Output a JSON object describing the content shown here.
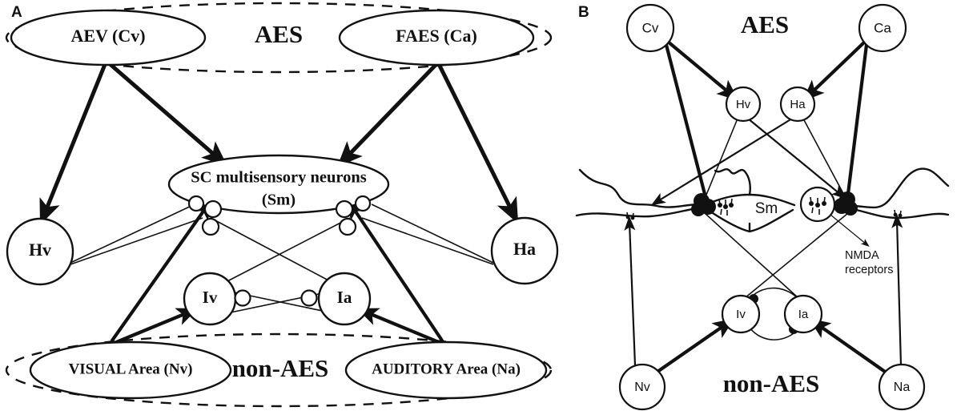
{
  "figure": {
    "kind": "neuroanatomical-circuit-diagram",
    "panels": [
      {
        "id": "A",
        "label": "A",
        "region_labels": {
          "top": "AES",
          "bottom": "non-AES"
        },
        "nodes": [
          {
            "id": "AEV",
            "label": "AEV (Cv)",
            "shape": "ellipse"
          },
          {
            "id": "FAES",
            "label": "FAES (Ca)",
            "shape": "ellipse"
          },
          {
            "id": "Sm",
            "label_line1": "SC multisensory neurons",
            "label_line2": "(Sm)",
            "shape": "ellipse"
          },
          {
            "id": "Hv",
            "label": "Hv",
            "shape": "circle"
          },
          {
            "id": "Ha",
            "label": "Ha",
            "shape": "circle"
          },
          {
            "id": "Iv",
            "label": "Iv",
            "shape": "circle"
          },
          {
            "id": "Ia",
            "label": "Ia",
            "shape": "circle"
          },
          {
            "id": "Nv",
            "label": "VISUAL Area (Nv)",
            "shape": "ellipse"
          },
          {
            "id": "Na",
            "label": "AUDITORY Area (Na)",
            "shape": "ellipse"
          }
        ],
        "connections": [
          {
            "from": "AEV",
            "to": "Sm",
            "style": "thick-arrow"
          },
          {
            "from": "AEV",
            "to": "Hv",
            "style": "thick-arrow"
          },
          {
            "from": "FAES",
            "to": "Sm",
            "style": "thick-arrow"
          },
          {
            "from": "FAES",
            "to": "Ha",
            "style": "thick-arrow"
          },
          {
            "from": "Hv",
            "to": "Sm",
            "style": "thin-synapse"
          },
          {
            "from": "Ha",
            "to": "Sm",
            "style": "thin-synapse"
          },
          {
            "from": "Nv",
            "to": "Sm",
            "style": "thick-arrow"
          },
          {
            "from": "Na",
            "to": "Sm",
            "style": "thick-arrow"
          },
          {
            "from": "Nv",
            "to": "Iv",
            "style": "thick-arrow"
          },
          {
            "from": "Na",
            "to": "Ia",
            "style": "thick-arrow"
          },
          {
            "from": "Iv",
            "to": "Sm",
            "style": "thin-synapse"
          },
          {
            "from": "Ia",
            "to": "Sm",
            "style": "thin-synapse"
          },
          {
            "from": "Iv",
            "to": "Ia",
            "style": "thin-synapse-reciprocal"
          }
        ]
      },
      {
        "id": "B",
        "label": "B",
        "region_labels": {
          "top": "AES",
          "bottom": "non-AES"
        },
        "annotation": {
          "line1": "NMDA",
          "line2": "receptors"
        },
        "nodes": [
          {
            "id": "Cv",
            "label": "Cv",
            "shape": "circle"
          },
          {
            "id": "Ca",
            "label": "Ca",
            "shape": "circle"
          },
          {
            "id": "Hv",
            "label": "Hv",
            "shape": "circle"
          },
          {
            "id": "Ha",
            "label": "Ha",
            "shape": "circle"
          },
          {
            "id": "Sm",
            "label": "Sm",
            "shape": "neuron-with-dendrites"
          },
          {
            "id": "Iv",
            "label": "Iv",
            "shape": "circle"
          },
          {
            "id": "Ia",
            "label": "Ia",
            "shape": "circle"
          },
          {
            "id": "Nv",
            "label": "Nv",
            "shape": "circle"
          },
          {
            "id": "Na",
            "label": "Na",
            "shape": "circle"
          }
        ],
        "connections": [
          {
            "from": "Cv",
            "to": "Hv",
            "style": "thick-arrow"
          },
          {
            "from": "Cv",
            "to": "Sm-left-bouton",
            "style": "thick-line"
          },
          {
            "from": "Ca",
            "to": "Ha",
            "style": "thick-arrow"
          },
          {
            "from": "Ca",
            "to": "Sm-right-bouton",
            "style": "thick-line"
          },
          {
            "from": "Hv",
            "to": "Sm-right-receptor",
            "style": "thin-line"
          },
          {
            "from": "Ha",
            "to": "Sm-left-receptor",
            "style": "thin-line"
          },
          {
            "from": "Nv",
            "to": "Iv",
            "style": "thick-arrow"
          },
          {
            "from": "Na",
            "to": "Ia",
            "style": "thick-arrow"
          },
          {
            "from": "Nv",
            "to": "Sm-left-distal-receptor",
            "style": "thin-arrow"
          },
          {
            "from": "Na",
            "to": "Sm-right-distal-receptor",
            "style": "thin-arrow"
          },
          {
            "from": "Sm-left",
            "to": "Ia",
            "style": "thin-line"
          },
          {
            "from": "Sm-right",
            "to": "Iv",
            "style": "thin-line"
          },
          {
            "from": "Iv",
            "to": "Ia",
            "style": "reciprocal-inhibitory-arc"
          }
        ]
      }
    ]
  },
  "colors": {
    "ink": "#111111",
    "background": "#ffffff"
  }
}
